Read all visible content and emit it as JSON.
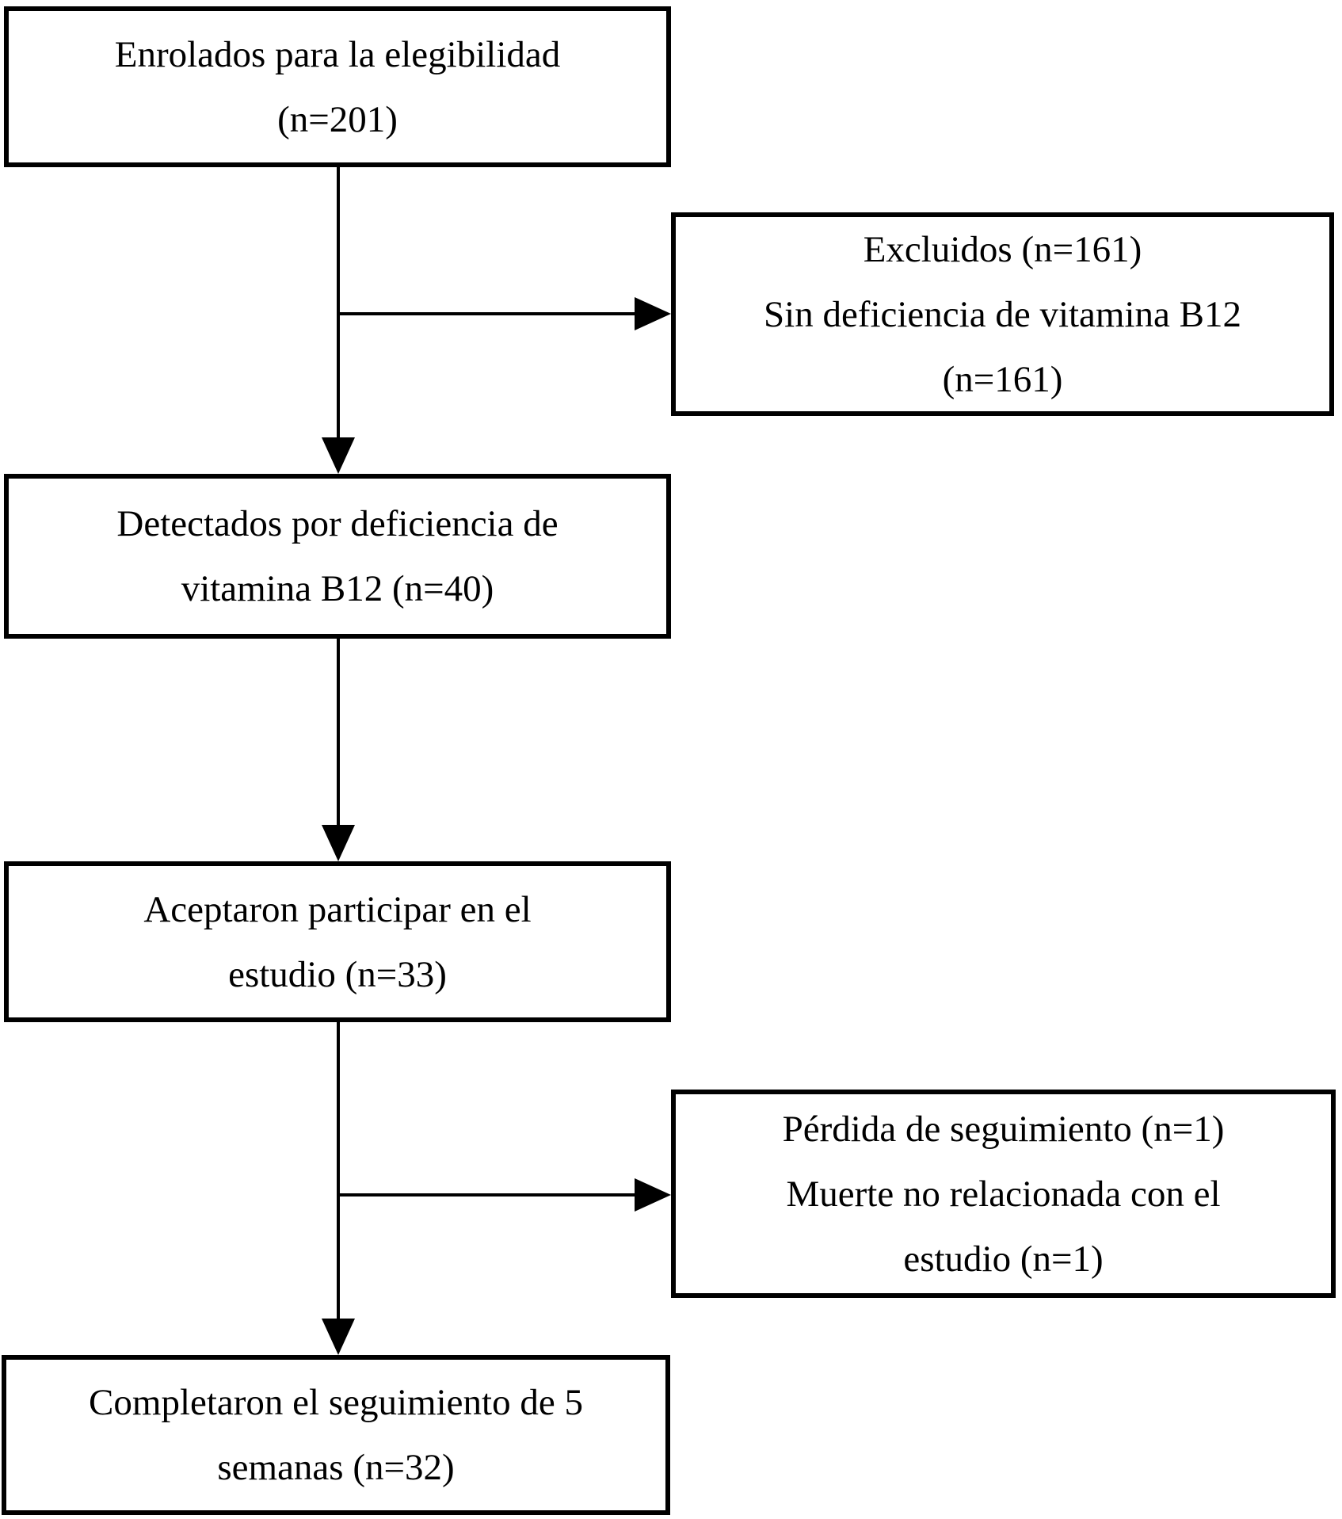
{
  "diagram": {
    "colors": {
      "ink": "#000000",
      "paper": "#ffffff"
    },
    "boxes": {
      "enrolled": {
        "lines": [
          "Enrolados para la elegibilidad",
          "(n=201)"
        ]
      },
      "excluded": {
        "lines": [
          "Excluidos (n=161)",
          "Sin deficiencia de vitamina B12",
          "(n=161)"
        ]
      },
      "detected": {
        "lines": [
          "Detectados por deficiencia de",
          "vitamina B12 (n=40)"
        ]
      },
      "accepted": {
        "lines": [
          "Aceptaron participar en el",
          "estudio (n=33)"
        ]
      },
      "lost": {
        "lines": [
          "Pérdida de seguimiento (n=1)",
          "Muerte no relacionada con el",
          "estudio (n=1)"
        ]
      },
      "completed": {
        "lines": [
          "Completaron el seguimiento de 5",
          "semanas (n=32)"
        ]
      }
    }
  }
}
